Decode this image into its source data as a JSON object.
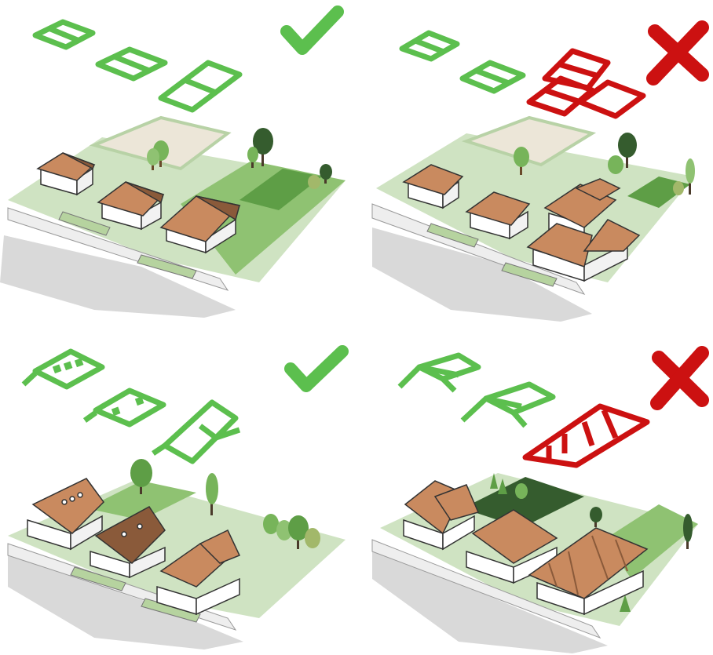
{
  "colors": {
    "good": "#5cbf4e",
    "bad": "#cc1111",
    "roof": "#c98a5f",
    "roof_dark": "#8a5a3a",
    "house_wall": "#ffffff",
    "outline": "#333333",
    "lawn": "#8fc272",
    "lawn_light": "#cfe3c2",
    "lawn_dark": "#5e9e46",
    "lot_pale": "#ece6d8",
    "pavement": "#d9d9d9",
    "tree": "#77b45a",
    "tree_dark": "#355c2e"
  },
  "panels": [
    {
      "id": "tl",
      "verdict": "correct",
      "mark_icon": "check-mark-icon",
      "footprint_style": "simple-hip-roofs"
    },
    {
      "id": "tr",
      "verdict": "incorrect",
      "mark_icon": "x-mark-icon",
      "footprint_style": "oversized-complex-roof"
    },
    {
      "id": "bl",
      "verdict": "correct",
      "mark_icon": "check-mark-icon",
      "footprint_style": "gable-roofs-with-dormers"
    },
    {
      "id": "br",
      "verdict": "incorrect",
      "mark_icon": "x-mark-icon",
      "footprint_style": "oversized-multi-gable-roof"
    }
  ]
}
